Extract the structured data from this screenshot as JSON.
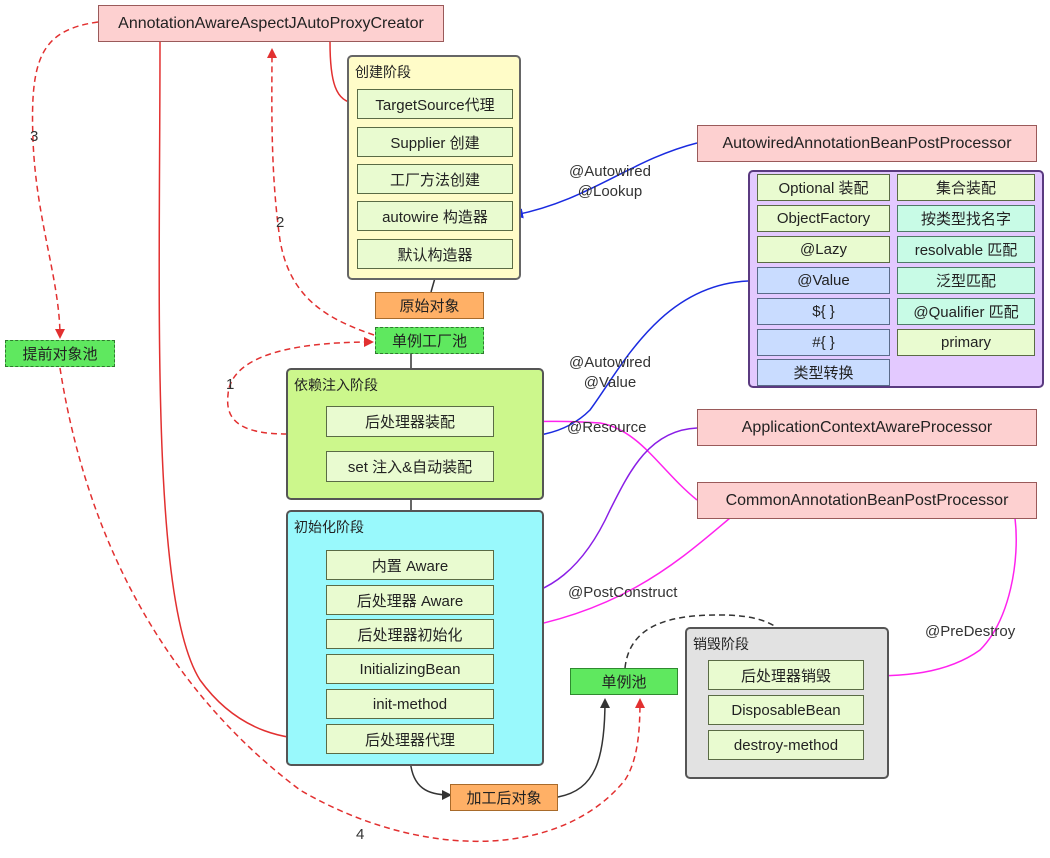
{
  "nodes": {
    "aspect_creator": "AnnotationAwareAspectJAutoProxyCreator",
    "autowired_processor": "AutowiredAnnotationBeanPostProcessor",
    "app_context_processor": "ApplicationContextAwareProcessor",
    "common_processor": "CommonAnnotationBeanPostProcessor",
    "early_pool": "提前对象池",
    "raw_object": "原始对象",
    "singleton_factory_pool": "单例工厂池",
    "processed_object": "加工后对象",
    "singleton_pool": "单例池"
  },
  "create_stage": {
    "title": "创建阶段",
    "items": [
      "TargetSource代理",
      "Supplier 创建",
      "工厂方法创建",
      "autowire 构造器",
      "默认构造器"
    ]
  },
  "inject_stage": {
    "title": "依赖注入阶段",
    "items": [
      "后处理器装配",
      "set 注入&自动装配"
    ]
  },
  "init_stage": {
    "title": "初始化阶段",
    "items": [
      "内置 Aware",
      "后处理器 Aware",
      "后处理器初始化",
      "InitializingBean",
      "init-method",
      "后处理器代理"
    ]
  },
  "destroy_stage": {
    "title": "销毁阶段",
    "items": [
      "后处理器销毁",
      "DisposableBean",
      "destroy-method"
    ]
  },
  "resolve_panel": {
    "left": [
      "Optional 装配",
      "ObjectFactory",
      "@Lazy",
      "@Value",
      "${ }",
      "#{ }",
      "类型转换"
    ],
    "right": [
      "集合装配",
      "按类型找名字",
      "resolvable 匹配",
      "泛型匹配",
      "@Qualifier 匹配",
      "primary"
    ]
  },
  "edge_labels": {
    "autowired_lookup": [
      "@Autowired",
      "@Lookup"
    ],
    "autowired_value": [
      "@Autowired",
      "@Value"
    ],
    "resource": "@Resource",
    "post_construct": "@PostConstruct",
    "pre_destroy": "@PreDestroy",
    "step1": "1",
    "step2": "2",
    "step3": "3",
    "step4": "4"
  },
  "colors": {
    "red": "#e23030",
    "blue": "#1a2be0",
    "magenta": "#ff22ee",
    "purple": "#8a1ee6",
    "dark": "#333333"
  }
}
